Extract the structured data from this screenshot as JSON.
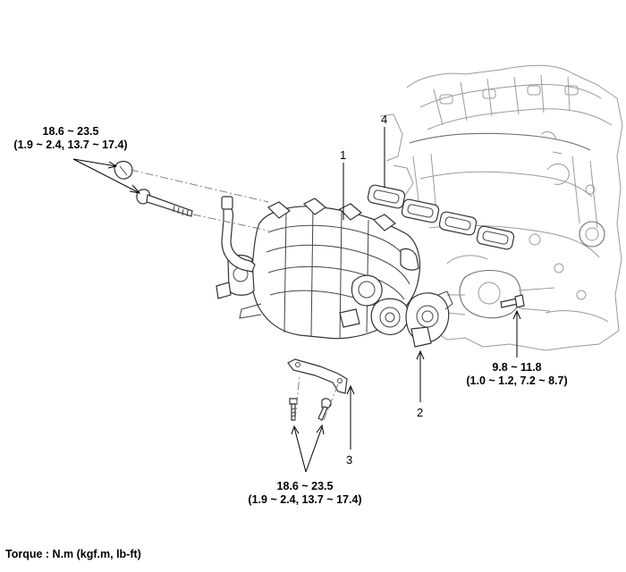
{
  "labels": {
    "torque_top_left": {
      "value": "18.6 ~ 23.5",
      "detail": "(1.9 ~ 2.4, 13.7 ~ 17.4)"
    },
    "torque_right": {
      "value": "9.8 ~ 11.8",
      "detail": "(1.0 ~ 1.2, 7.2 ~ 8.7)"
    },
    "torque_bottom": {
      "value": "18.6 ~ 23.5",
      "detail": "(1.9 ~ 2.4, 13.7 ~ 17.4)"
    }
  },
  "callouts": [
    "1",
    "2",
    "3",
    "4"
  ],
  "caption": "Torque : N.m (kgf.m, lb-ft)"
}
